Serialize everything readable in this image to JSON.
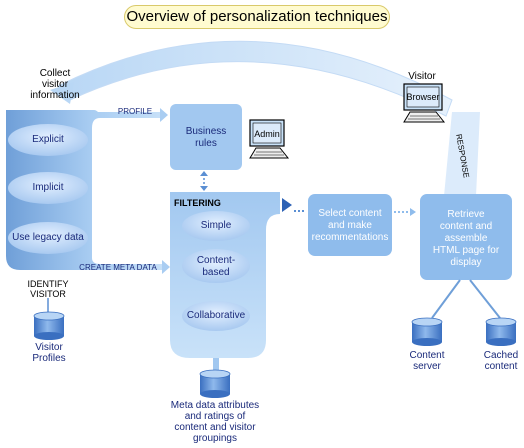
{
  "title": "Overview of personalization techniques",
  "labels": {
    "collect_visitor_information": [
      "Collect",
      "visitor",
      "information"
    ],
    "profile": "PROFILE",
    "explicit": "Explicit",
    "implicit": "Implicit",
    "use_legacy_data": "Use legacy data",
    "create_meta_data": "CREATE META DATA",
    "identify_visitor": [
      "IDENTIFY",
      "VISITOR"
    ],
    "visitor_profiles": [
      "Visitor",
      "Profiles"
    ],
    "business_rules": [
      "Business",
      "rules"
    ],
    "admin": "Admin",
    "filtering": "FILTERING",
    "simple": "Simple",
    "content_based": [
      "Content-",
      "based"
    ],
    "collaborative": "Collaborative",
    "meta_data_store": [
      "Meta data attributes",
      "and ratings of",
      "content and visitor",
      "groupings"
    ],
    "select_content": [
      "Select content",
      "and make",
      "recommentations"
    ],
    "retrieve_content": [
      "Retrieve",
      "content and",
      "assemble",
      "HTML page for",
      "display"
    ],
    "visitor": "Visitor",
    "browser": "Browser",
    "response": "RESPONSE",
    "content_server": [
      "Content",
      "server"
    ],
    "cached_content": [
      "Cached",
      "content"
    ]
  },
  "colors": {
    "panel_blue": "#a9cdf2",
    "panel_blue_dark": "#6f9fd8",
    "oval_blue": "#c9e1f8",
    "arrow_blue": "#5b8fd3",
    "title_fill": "#fffbd0",
    "text_navy": "#1a2a7a"
  }
}
